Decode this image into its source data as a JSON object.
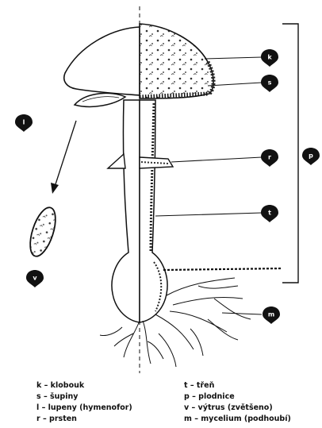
{
  "diagram": {
    "callouts": {
      "k": "k",
      "s": "s",
      "l": "l",
      "r": "r",
      "t": "t",
      "p": "p",
      "v": "v",
      "m": "m"
    },
    "legend": {
      "left": [
        "k – klobouk",
        "s – šupiny",
        "l – lupeny (hymenofor)",
        "r – prsten"
      ],
      "right": [
        "t – třeň",
        "p – plodnice",
        "v – výtrus (zvětšeno)",
        "m – mycelium (podhoubí)"
      ]
    }
  }
}
